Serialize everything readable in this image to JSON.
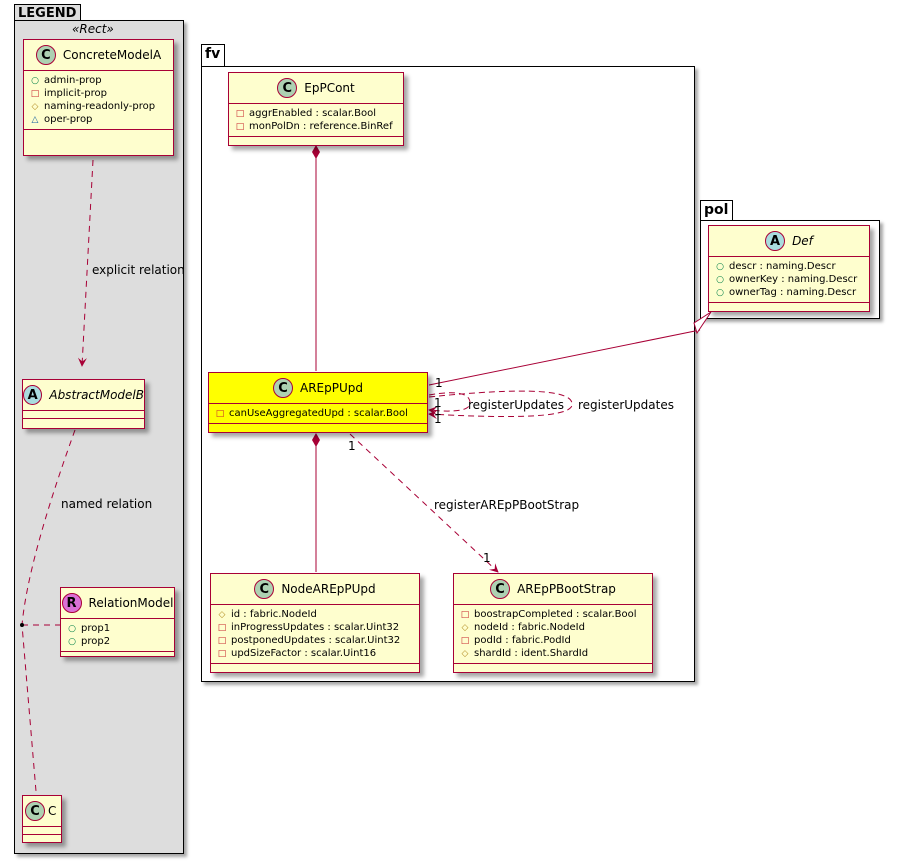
{
  "packages": {
    "legend": {
      "name": "LEGEND",
      "stereotype": "«Rect»"
    },
    "fv": {
      "name": "fv"
    },
    "pol": {
      "name": "pol"
    }
  },
  "classes": {
    "concrete_model_a": {
      "spot": "C",
      "name": "ConcreteModelA",
      "attrs": [
        {
          "vis": "○",
          "kind": "pub",
          "text": "admin-prop"
        },
        {
          "vis": "□",
          "kind": "priv",
          "text": "implicit-prop"
        },
        {
          "vis": "◇",
          "kind": "prot",
          "text": "naming-readonly-prop"
        },
        {
          "vis": "△",
          "kind": "pkgv",
          "text": "oper-prop"
        }
      ]
    },
    "abstract_model_b": {
      "spot": "A",
      "name": "AbstractModelB"
    },
    "relation_model": {
      "spot": "R",
      "name": "RelationModel",
      "attrs": [
        {
          "vis": "○",
          "kind": "pub",
          "text": "prop1"
        },
        {
          "vis": "○",
          "kind": "pub",
          "text": "prop2"
        }
      ]
    },
    "c": {
      "spot": "C",
      "name": "C"
    },
    "epp_cont": {
      "spot": "C",
      "name": "EpPCont",
      "attrs": [
        {
          "vis": "□",
          "kind": "priv",
          "text": "aggrEnabled : scalar.Bool"
        },
        {
          "vis": "□",
          "kind": "priv",
          "text": "monPolDn : reference.BinRef"
        }
      ]
    },
    "arepp_upd": {
      "spot": "C",
      "name": "AREpPUpd",
      "attrs": [
        {
          "vis": "□",
          "kind": "priv",
          "text": "canUseAggregatedUpd : scalar.Bool"
        }
      ]
    },
    "node_arepp_upd": {
      "spot": "C",
      "name": "NodeAREpPUpd",
      "attrs": [
        {
          "vis": "◇",
          "kind": "prot",
          "text": "id : fabric.NodeId"
        },
        {
          "vis": "□",
          "kind": "priv",
          "text": "inProgressUpdates : scalar.Uint32"
        },
        {
          "vis": "□",
          "kind": "priv",
          "text": "postponedUpdates : scalar.Uint32"
        },
        {
          "vis": "□",
          "kind": "priv",
          "text": "updSizeFactor : scalar.Uint16"
        }
      ]
    },
    "arepp_bootstrap": {
      "spot": "C",
      "name": "AREpPBootStrap",
      "attrs": [
        {
          "vis": "□",
          "kind": "priv",
          "text": "boostrapCompleted : scalar.Bool"
        },
        {
          "vis": "◇",
          "kind": "prot",
          "text": "nodeId : fabric.NodeId"
        },
        {
          "vis": "□",
          "kind": "priv",
          "text": "podId : fabric.PodId"
        },
        {
          "vis": "◇",
          "kind": "prot",
          "text": "shardId : ident.ShardId"
        }
      ]
    },
    "def": {
      "spot": "A",
      "name": "Def",
      "attrs": [
        {
          "vis": "○",
          "kind": "pub",
          "text": "descr : naming.Descr"
        },
        {
          "vis": "○",
          "kind": "pub",
          "text": "ownerKey : naming.Descr"
        },
        {
          "vis": "○",
          "kind": "pub",
          "text": "ownerTag : naming.Descr"
        }
      ]
    }
  },
  "relations": {
    "explicit": "explicit relation",
    "named": "named relation",
    "register_updates_1": "registerUpdates",
    "register_updates_2": "registerUpdates",
    "register_bootstrap": "registerAREpPBootStrap",
    "mult_one": "1"
  },
  "colors": {
    "class_fill": "#FEFECE",
    "class_border": "#A80036",
    "highlight_fill": "#FFFF00",
    "legend_fill": "#DDDDDD"
  }
}
